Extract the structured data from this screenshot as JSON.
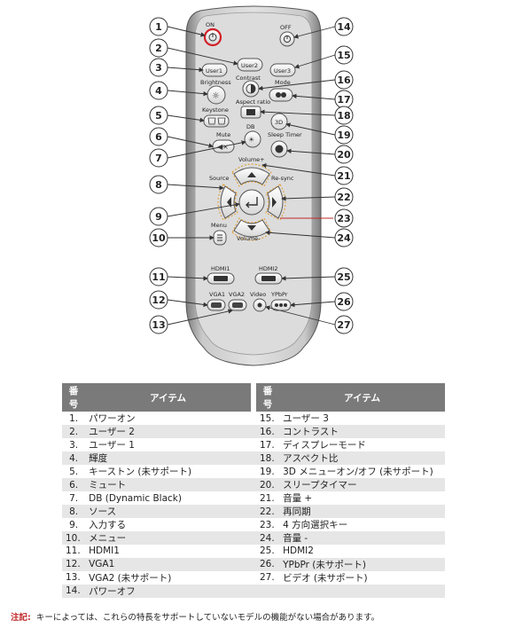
{
  "remote": {
    "labels": {
      "on": "ON",
      "off": "OFF",
      "user1": "User1",
      "user2": "User2",
      "user3": "User3",
      "brightness": "Brightness",
      "contrast": "Contrast",
      "mode": "Mode",
      "keystone": "Keystone",
      "aspect": "Aspect ratio",
      "three_d": "3D",
      "db": "DB",
      "mute": "Mute",
      "sleep": "Sleep Timer",
      "volume_up": "Volume+",
      "source": "Source",
      "resync": "Re-sync",
      "menu": "Menu",
      "volume_down": "Volume-",
      "hdmi1": "HDMI1",
      "hdmi2": "HDMI2",
      "vga1": "VGA1",
      "vga2": "VGA2",
      "video": "Video",
      "ypbpr": "YPbPr"
    },
    "callouts": [
      "1",
      "2",
      "3",
      "4",
      "5",
      "6",
      "7",
      "8",
      "9",
      "10",
      "11",
      "12",
      "13",
      "14",
      "15",
      "16",
      "17",
      "18",
      "19",
      "20",
      "21",
      "22",
      "23",
      "24",
      "25",
      "26",
      "27"
    ]
  },
  "table": {
    "headers": {
      "num": "番号",
      "item": "アイテム"
    },
    "rows": [
      {
        "left_num": "1.",
        "left_item": "パワーオン",
        "right_num": "15.",
        "right_item": "ユーザー 3"
      },
      {
        "left_num": "2.",
        "left_item": "ユーザー 2",
        "right_num": "16.",
        "right_item": "コントラスト"
      },
      {
        "left_num": "3.",
        "left_item": "ユーザー 1",
        "right_num": "17.",
        "right_item": "ディスプレーモード"
      },
      {
        "left_num": "4.",
        "left_item": "輝度",
        "right_num": "18.",
        "right_item": "アスペクト比"
      },
      {
        "left_num": "5.",
        "left_item": "キーストン (未サポート)",
        "right_num": "19.",
        "right_item": "3D メニューオン/オフ (未サポート)"
      },
      {
        "left_num": "6.",
        "left_item": "ミュート",
        "right_num": "20.",
        "right_item": "スリープタイマー"
      },
      {
        "left_num": "7.",
        "left_item": "DB (Dynamic Black)",
        "right_num": "21.",
        "right_item": "音量 +"
      },
      {
        "left_num": "8.",
        "left_item": "ソース",
        "right_num": "22.",
        "right_item": "再同期"
      },
      {
        "left_num": "9.",
        "left_item": "入力する",
        "right_num": "23.",
        "right_item": "4 方向選択キー"
      },
      {
        "left_num": "10.",
        "left_item": "メニュー",
        "right_num": "24.",
        "right_item": "音量 -"
      },
      {
        "left_num": "11.",
        "left_item": "HDMI1",
        "right_num": "25.",
        "right_item": "HDMI2"
      },
      {
        "left_num": "12.",
        "left_item": "VGA1",
        "right_num": "26.",
        "right_item": "YPbPr (未サポート)"
      },
      {
        "left_num": "13.",
        "left_item": "VGA2 (未サポート)",
        "right_num": "27.",
        "right_item": "ビデオ (未サポート)"
      },
      {
        "left_num": "14.",
        "left_item": "パワーオフ",
        "right_num": "",
        "right_item": ""
      }
    ]
  },
  "note": {
    "label": "注記:",
    "text": "キーによっては、これらの特長をサポートしていないモデルの機能がない場合があります。"
  },
  "colors": {
    "power_on_ring": "#d21f26",
    "dashed_accent": "#e39a2a",
    "table_header": "#7a7a7a",
    "row_alt": "#e6e6e6",
    "note_label": "#c0282a"
  }
}
